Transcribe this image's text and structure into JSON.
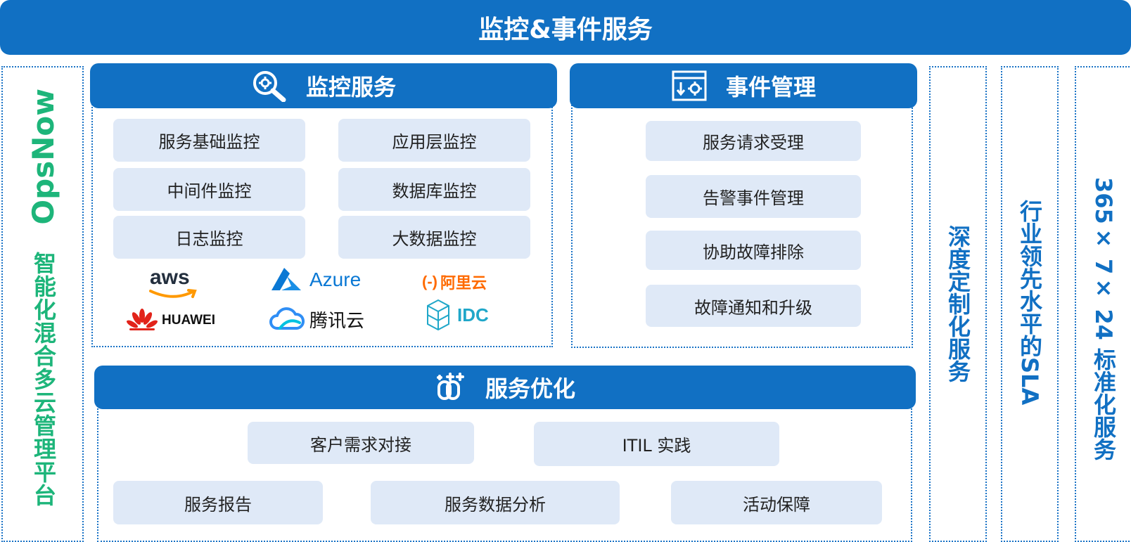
{
  "title": "监控&事件服务",
  "platform": {
    "brand": "OpsNow",
    "subtitle": "智能化混合多云管理平台"
  },
  "monitoring": {
    "header": "监控服务",
    "items": [
      "服务基础监控",
      "应用层监控",
      "中间件监控",
      "数据库监控",
      "日志监控",
      "大数据监控"
    ],
    "logos": {
      "aws": "aws",
      "azure": "Azure",
      "aliyun_mark": "(-)",
      "aliyun": "阿里云",
      "huawei": "HUAWEI",
      "tencent": "腾讯云",
      "idc": "IDC"
    }
  },
  "event": {
    "header": "事件管理",
    "items": [
      "服务请求受理",
      "告警事件管理",
      "协助故障排除",
      "故障通知和升级"
    ]
  },
  "optimization": {
    "header": "服务优化",
    "items": [
      "客户需求对接",
      "ITIL 实践",
      "服务报告",
      "服务数据分析",
      "活动保障"
    ]
  },
  "side_columns": [
    "深度定制化服务",
    "行业领先水平的SLA",
    "365× 7× 24 标准化服务"
  ],
  "colors": {
    "primary": "#1170c3",
    "pill_bg": "#dfe9f7",
    "brand_green": "#1db57a",
    "aws_orange": "#ff9900",
    "azure_blue": "#0a78d4",
    "aliyun_orange": "#ff6a00",
    "huawei_red": "#e2231a",
    "tencent_blue": "#2f8ef5",
    "idc_teal": "#20a7c9"
  }
}
